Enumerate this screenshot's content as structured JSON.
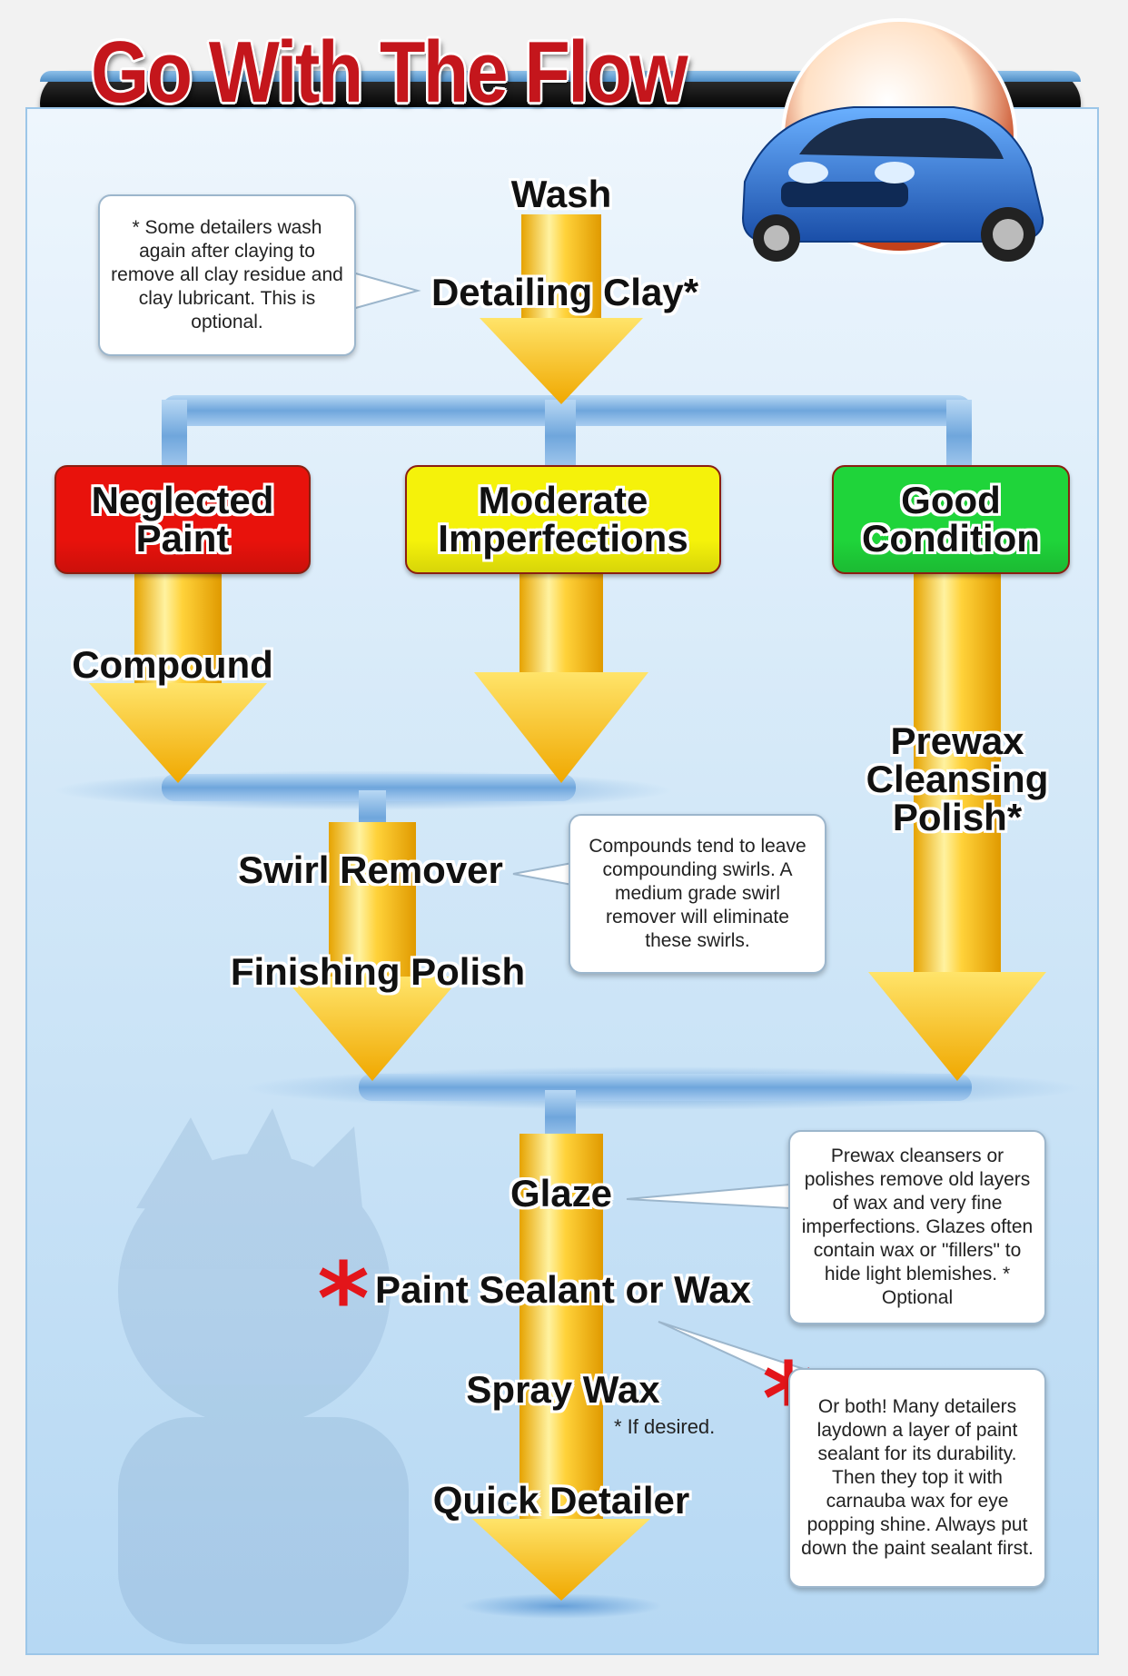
{
  "title": "Go With The Flow",
  "steps": {
    "wash": "Wash",
    "detailing_clay": "Detailing Clay*",
    "compound": "Compound",
    "prewax": "Prewax Cleansing Polish*",
    "swirl_remover": "Swirl Remover",
    "finishing_polish": "Finishing Polish",
    "glaze": "Glaze",
    "sealant_or_wax": "Paint Sealant or Wax",
    "spray_wax": "Spray Wax",
    "quick_detailer": "Quick Detailer"
  },
  "conditions": {
    "neglected": {
      "label": "Neglected Paint",
      "color": "#e8120c"
    },
    "moderate": {
      "label": "Moderate Imperfections",
      "color": "#f5f20a"
    },
    "good": {
      "label": "Good Condition",
      "color": "#1fd43a"
    }
  },
  "notes": {
    "clay": "* Some detailers wash again after claying to remove all clay residue and clay lubricant. This is optional.",
    "swirl": "Compounds tend to leave compounding swirls. A medium grade swirl remover will eliminate these swirls.",
    "prewax": "Prewax cleansers or polishes remove old layers of wax and very fine imperfections. Glazes often contain wax or \"fillers\" to hide light blemishes. * Optional",
    "both": "Or both! Many detailers laydown a layer of paint sealant for its durability. Then they top it with carnauba wax for eye popping shine. Always put down the paint sealant first.",
    "if_desired": "* If desired."
  },
  "marks": {
    "asterisk": "*"
  },
  "colors": {
    "arrow_gold": "#f7c21a",
    "arrow_light": "#fff3a0",
    "connector_blue": "#8ab8e6",
    "title_red": "#c4161c",
    "panel_blue": "#cfe5f7"
  },
  "icons": {
    "car": "blue-hatchback-car-icon",
    "mascot": "cartoon-mascot-watermark-icon"
  }
}
